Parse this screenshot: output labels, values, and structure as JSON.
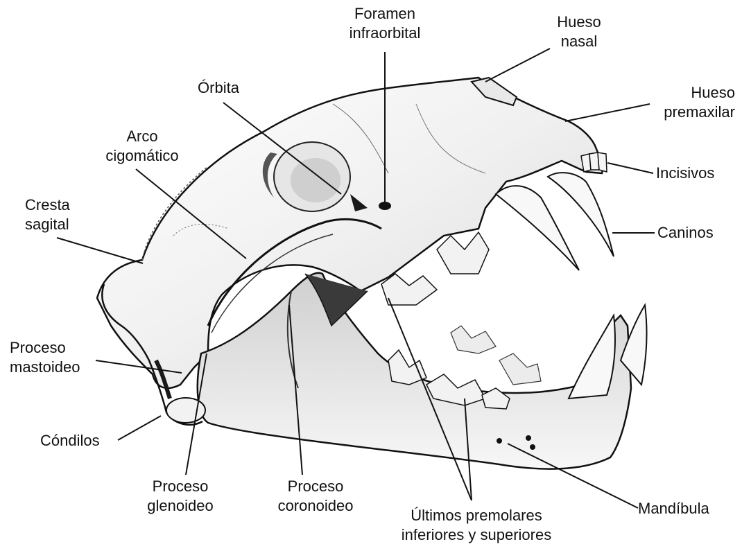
{
  "diagram": {
    "labels": {
      "foramen": [
        "Foramen",
        "infraorbital"
      ],
      "hueso_nasal": [
        "Hueso",
        "nasal"
      ],
      "orbita": [
        "Órbita"
      ],
      "hueso_premaxilar": [
        "Hueso",
        "premaxilar"
      ],
      "arco": [
        "Arco",
        "cigomático"
      ],
      "incisivos": [
        "Incisivos"
      ],
      "cresta": [
        "Cresta",
        "sagital"
      ],
      "caninos": [
        "Caninos"
      ],
      "proceso_mastoideo": [
        "Proceso",
        "mastoideo"
      ],
      "condilos": [
        "Cóndilos"
      ],
      "proceso_glenoideo": [
        "Proceso",
        "glenoideo"
      ],
      "proceso_coronoideo": [
        "Proceso",
        "coronoideo"
      ],
      "ultimos_premolares": [
        "Últimos premolares",
        "inferiores y superiores"
      ],
      "mandibula": [
        "Mandíbula"
      ]
    },
    "colors": {
      "ink": "#111111",
      "bone": "#f4f4f4",
      "shade": "#8a8a8a",
      "dark": "#1a1a1a"
    }
  }
}
